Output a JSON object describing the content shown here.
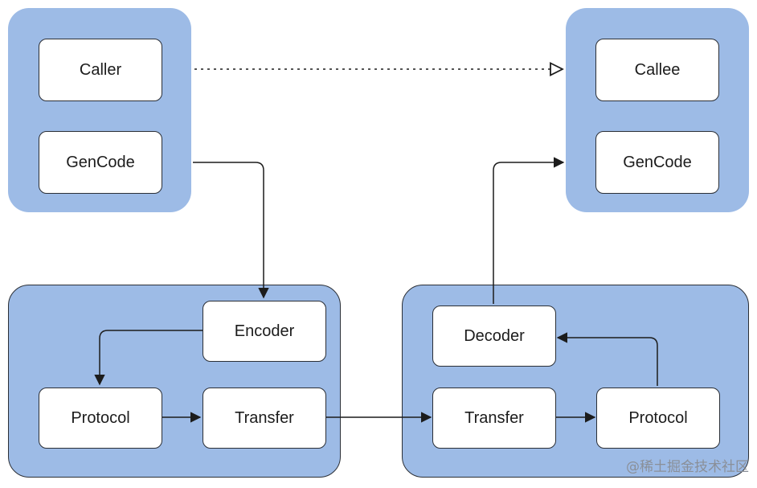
{
  "nodes": {
    "caller": "Caller",
    "callee": "Callee",
    "gencode_left": "GenCode",
    "gencode_right": "GenCode",
    "encoder": "Encoder",
    "protocol_left": "Protocol",
    "transfer_left": "Transfer",
    "decoder": "Decoder",
    "transfer_right": "Transfer",
    "protocol_right": "Protocol"
  },
  "watermark": "@稀土掘金技术社区",
  "colors": {
    "group_fill": "#9dbbe6",
    "node_fill": "#ffffff",
    "stroke": "#2b2f36"
  }
}
